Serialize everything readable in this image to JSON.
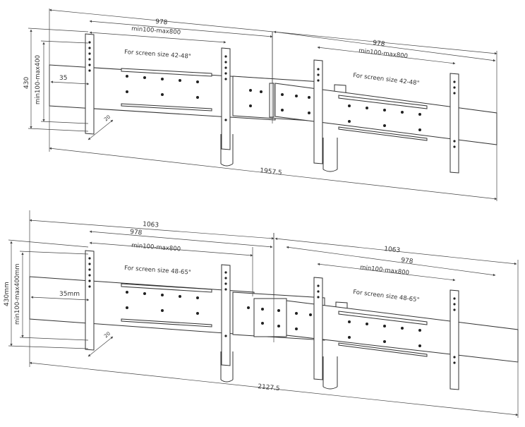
{
  "diagram_top": {
    "dim_overall": "1957.5",
    "dim_left_width": "978",
    "dim_right_width": "978",
    "dim_left_range": "min100-max800",
    "dim_right_range": "min100-max800",
    "dim_height": "430",
    "dim_height_range": "min100-max400",
    "dim_offset": "35",
    "dim_tilt": "20",
    "left_label": "For screen size 42-48\"",
    "right_label": "For screen size 42-48\""
  },
  "diagram_bottom": {
    "dim_overall": "2127.5",
    "dim_left_total": "1063",
    "dim_right_total": "1063",
    "dim_left_width": "978",
    "dim_right_width": "978",
    "dim_left_range": "min100-max800",
    "dim_right_range": "min100-max800",
    "dim_height": "430mm",
    "dim_height_range": "min100-max400mm",
    "dim_offset": "35mm",
    "dim_tilt": "20",
    "left_label": "For screen size 48-65\"",
    "right_label": "For screen size 48-65\""
  }
}
